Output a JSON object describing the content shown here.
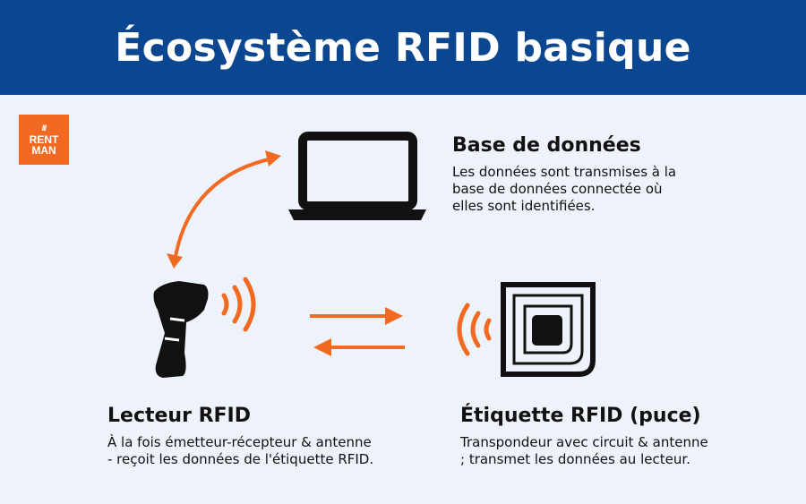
{
  "title": "Écosystème RFID basique",
  "logo": {
    "line1": "RENT",
    "line2": "MAN",
    "marks": "///"
  },
  "database": {
    "title": "Base de données",
    "desc_lines": [
      "Les données sont transmises à la",
      "base de données connectée où",
      "elles sont identifiées."
    ]
  },
  "reader": {
    "title": "Lecteur RFID",
    "desc_lines": [
      "À la fois émetteur-récepteur & antenne",
      "- reçoit les données de l'étiquette RFID."
    ]
  },
  "tag": {
    "title": "Étiquette RFID (puce)",
    "desc_lines": [
      "Transpondeur avec circuit & antenne",
      "; transmet les données au lecteur."
    ]
  },
  "icons": [
    "laptop-icon",
    "rfid-scanner-icon",
    "rfid-chip-icon",
    "signal-waves-icon",
    "arrow-icon"
  ],
  "colors": {
    "header": "#0b4790",
    "accent": "#f26a21",
    "background": "#eef2fa",
    "ink": "#111111"
  }
}
